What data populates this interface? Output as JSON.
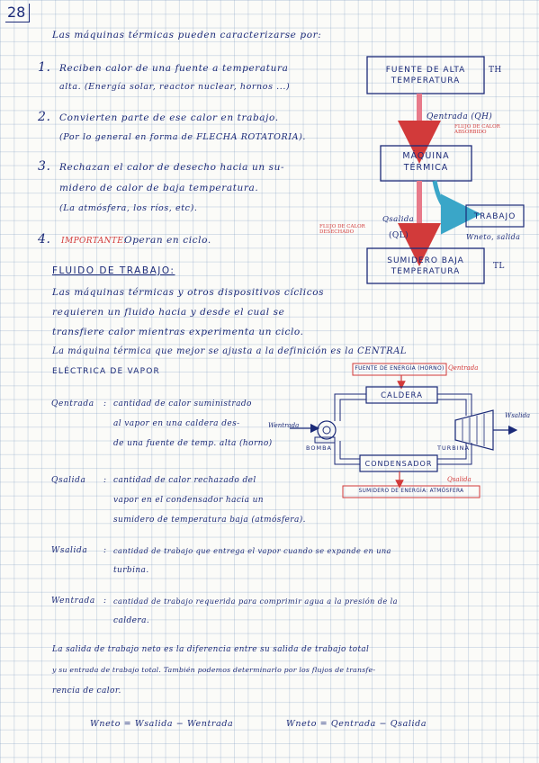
{
  "page_number": "28",
  "intro": "Las máquinas térmicas pueden caracterizarse por:",
  "items": [
    {
      "num": "1.",
      "line1": "Reciben calor de una fuente a temperatura",
      "line2": "alta. (Energía solar, reactor nuclear, hornos ...)"
    },
    {
      "num": "2.",
      "line1": "Convierten parte de ese calor en trabajo.",
      "line2": "(Por lo general en forma de FLECHA ROTATORIA)."
    },
    {
      "num": "3.",
      "line1": "Rechazan el calor de desecho hacia un su-",
      "line2": "midero de calor de baja temperatura.",
      "line3": "(La atmósfera, los ríos, etc)."
    },
    {
      "num": "4.",
      "tag": "IMPORTANTE:",
      "line1": "Operan en ciclo."
    }
  ],
  "fluido": {
    "heading": "FLUIDO DE TRABAJO:",
    "lines": [
      "Las máquinas térmicas y otros dispositivos cíclicos",
      "requieren un fluido hacia y desde el cual se",
      "transfiere calor mientras experimenta un ciclo.",
      "La máquina térmica que mejor se ajusta a la definición es la CENTRAL",
      "ELÉCTRICA DE VAPOR"
    ]
  },
  "diagram1": {
    "source": "FUENTE DE ALTA TEMPERATURA",
    "t_high": "TH",
    "q_in": "Qentrada (QH)",
    "q_in_note": "FLUJO DE CALOR ABSORBIDO",
    "engine": "MÁQUINA TÉRMICA",
    "work": "TRABAJO",
    "w_out": "Wneto, salida",
    "q_out": "Qsalida",
    "q_out_sub": "(QL)",
    "q_out_note": "FLUJO DE CALOR DESECHADO",
    "sink": "SUMIDERO BAJA TEMPERATURA",
    "t_low": "TL"
  },
  "diagram2": {
    "source": "FUENTE DE ENERGÍA (HORNO)",
    "q_in": "Qentrada",
    "boiler": "CALDERA",
    "w_in": "Wentrada",
    "pump": "BOMBA",
    "turbine": "TURBINA",
    "w_out": "Wsalida",
    "condenser": "CONDENSADOR",
    "q_out": "Qsalida",
    "sink": "SUMIDERO DE ENERGÍA: ATMÓSFERA"
  },
  "definitions": [
    {
      "term": "Qentrada",
      "lines": [
        "cantidad de calor suministrado",
        "al vapor en una caldera des-",
        "de una fuente de temp. alta (horno)"
      ]
    },
    {
      "term": "Qsalida",
      "lines": [
        "cantidad de calor rechazado del",
        "vapor en el condensador hacia un",
        "sumidero de temperatura baja (atmósfera)."
      ]
    },
    {
      "term": "Wsalida",
      "lines": [
        "cantidad de trabajo que entrega el vapor cuando se expande en una",
        "turbina."
      ]
    },
    {
      "term": "Wentrada",
      "lines": [
        "cantidad de trabajo requerida para comprimir agua a la presión de la",
        "caldera."
      ]
    }
  ],
  "closing": [
    "La salida de trabajo neto es la diferencia entre su salida de trabajo total",
    "y su entrada de trabajo total. También podemos determinarlo por los flujos de transfe-",
    "rencia de calor."
  ],
  "formulas": {
    "f1": "Wneto = Wsalida − Wentrada",
    "f2": "Wneto = Qentrada − Qsalida"
  },
  "colors": {
    "ink": "#1b2a78",
    "red": "#d23a3a",
    "cyan": "#3aa6c8",
    "grid": "#7896be"
  }
}
